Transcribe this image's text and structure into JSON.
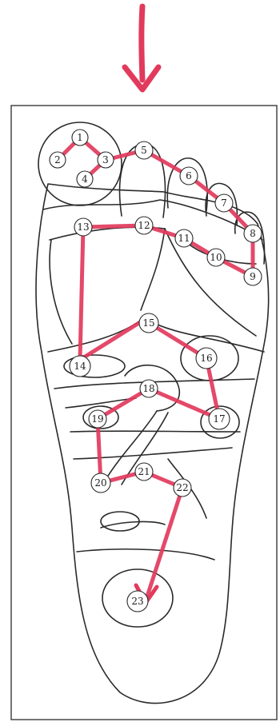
{
  "colors": {
    "route": "#e23a5c",
    "arrow": "#e23a5c",
    "outline": "#2a2a2a"
  },
  "points": [
    {
      "label": "1"
    },
    {
      "label": "2"
    },
    {
      "label": "3"
    },
    {
      "label": "4"
    },
    {
      "label": "5"
    },
    {
      "label": "6"
    },
    {
      "label": "7"
    },
    {
      "label": "8"
    },
    {
      "label": "9"
    },
    {
      "label": "10"
    },
    {
      "label": "11"
    },
    {
      "label": "12"
    },
    {
      "label": "13"
    },
    {
      "label": "14"
    },
    {
      "label": "15"
    },
    {
      "label": "16"
    },
    {
      "label": "17"
    },
    {
      "label": "18"
    },
    {
      "label": "19"
    },
    {
      "label": "20"
    },
    {
      "label": "21"
    },
    {
      "label": "22"
    },
    {
      "label": "23"
    }
  ]
}
